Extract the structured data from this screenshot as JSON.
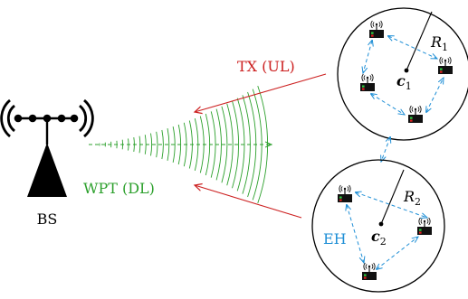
{
  "labels": {
    "bs": "BS",
    "tx_ul": "TX (UL)",
    "wpt_dl": "WPT (DL)",
    "eh": "EH",
    "c1_base": "c",
    "c1_sub": "1",
    "r1_base": "R",
    "r1_sub": "1",
    "c2_base": "c",
    "c2_sub": "2",
    "r2_base": "R",
    "r2_sub": "2"
  },
  "colors": {
    "ul_arrow": "#cc1f1f",
    "wpt_wave": "#2ca02c",
    "eh_link": "#1f8fd6",
    "device_body": "#111111",
    "device_led_green": "#2ecc40",
    "device_led_red": "#e02020",
    "ink": "#000000"
  },
  "icons": [
    "base-station-antenna-icon",
    "device-antenna-icon",
    "iot-device-icon"
  ]
}
